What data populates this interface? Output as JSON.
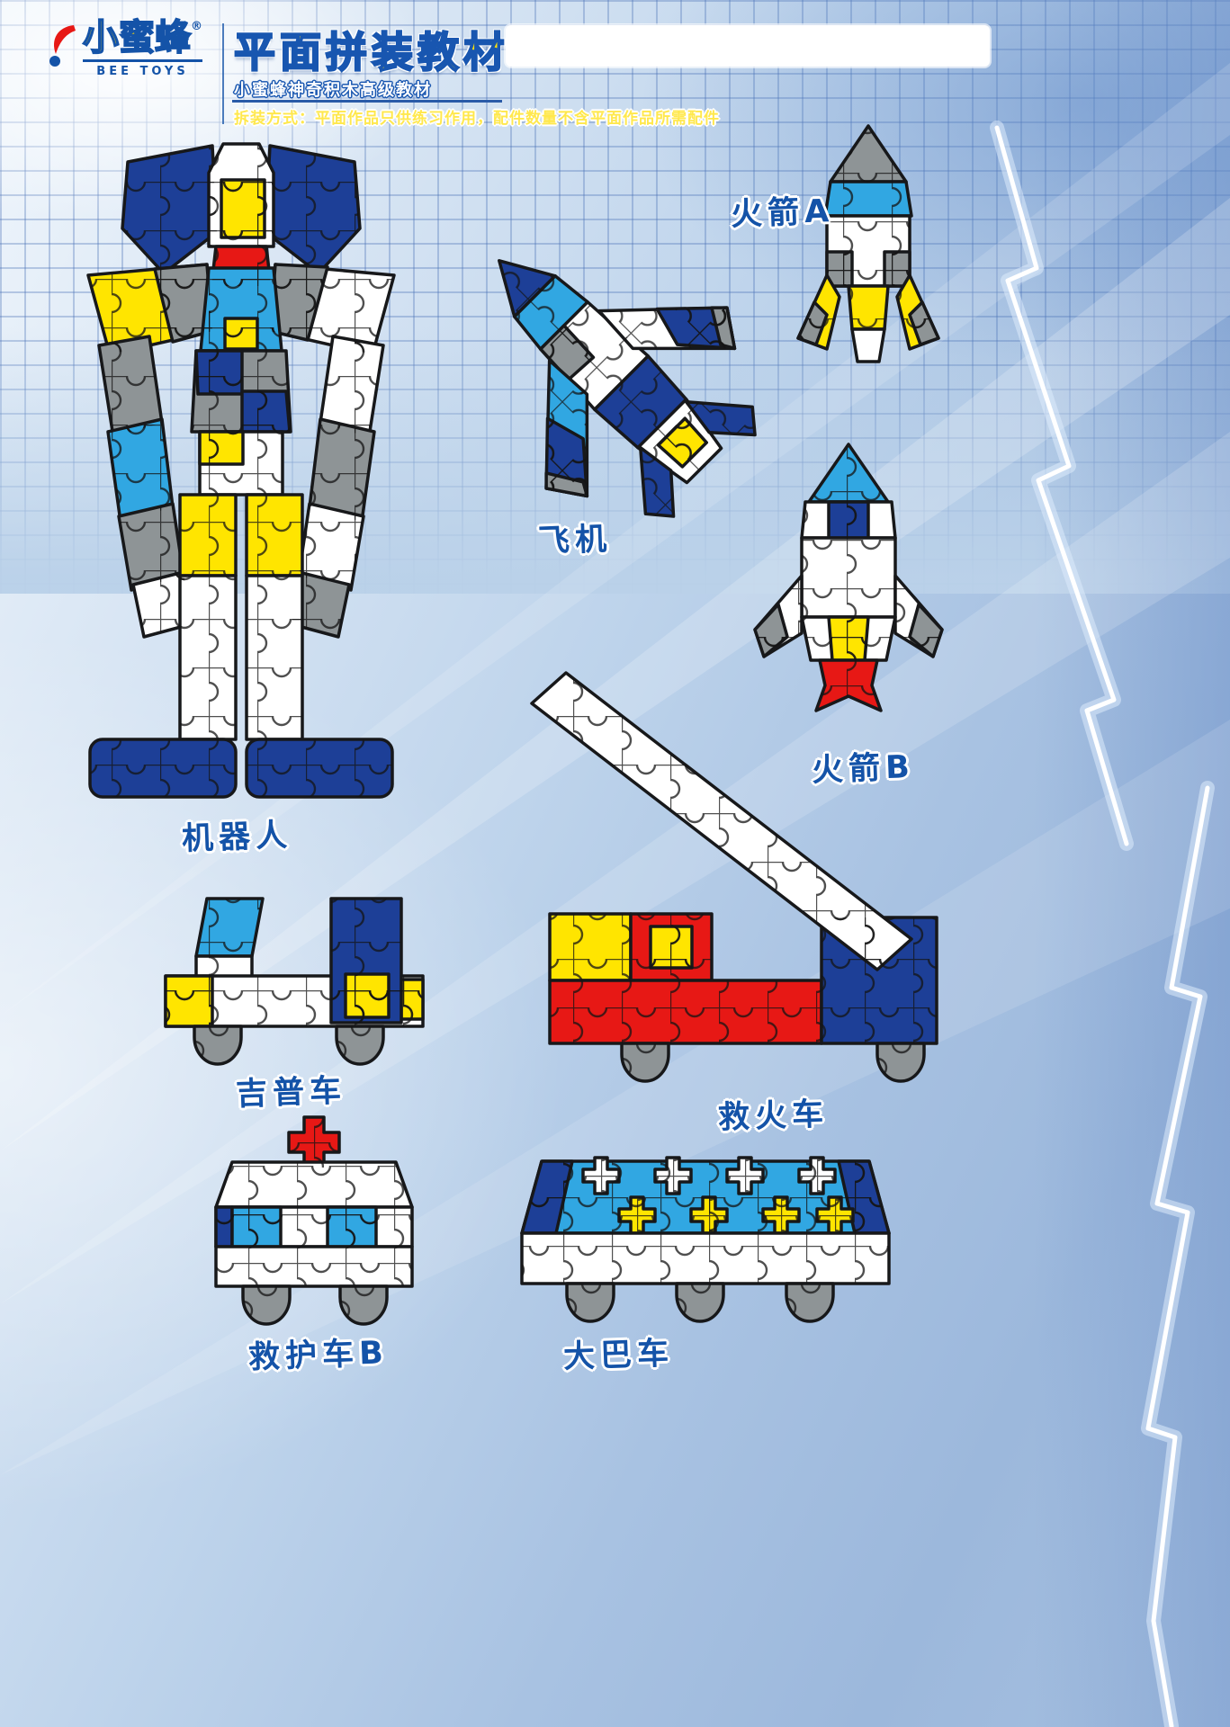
{
  "header": {
    "logo": {
      "name": "小蜜蜂",
      "reg": "®",
      "subtitle": "BEE TOYS"
    },
    "title": "平面拼装教材",
    "series_line": "小蜜蜂神奇积木高级教材",
    "note_line": "拆装方式：平面作品只供练习作用，配件数量不含平面作品所需配件"
  },
  "figures": [
    {
      "id": "robot",
      "label": "机器人"
    },
    {
      "id": "airplane",
      "label": "飞机"
    },
    {
      "id": "rocket-a",
      "label": "火箭A"
    },
    {
      "id": "rocket-b",
      "label": "火箭B"
    },
    {
      "id": "jeep",
      "label": "吉普车"
    },
    {
      "id": "fire-truck",
      "label": "救火车"
    },
    {
      "id": "ambulance-b",
      "label": "救护车B"
    },
    {
      "id": "bus",
      "label": "大巴车"
    }
  ],
  "palette": {
    "dark_blue": "#1d3f97",
    "light_blue": "#31a7e2",
    "yellow": "#ffe500",
    "red": "#e71815",
    "gray": "#8e9496",
    "white": "#ffffff",
    "outline_blue": "#1856b0",
    "label_blue": "#1453a8",
    "background": "#c6d8ec"
  }
}
